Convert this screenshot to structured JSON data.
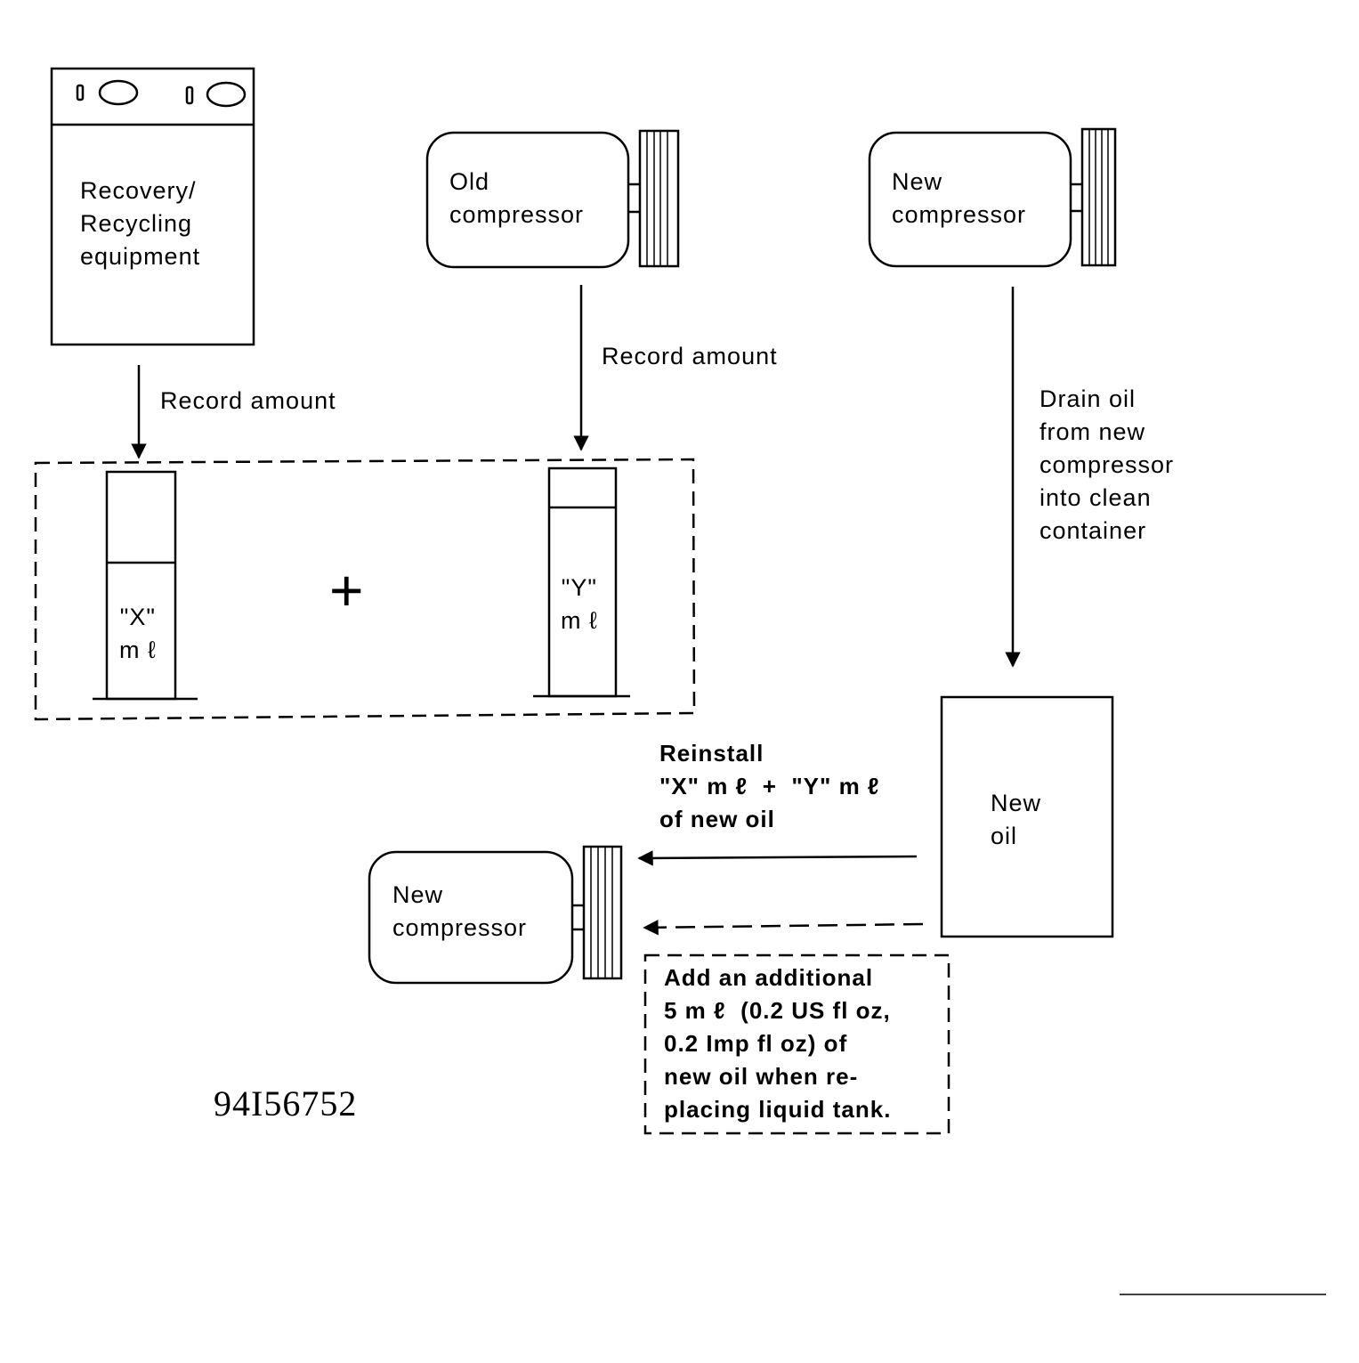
{
  "recovery_unit": {
    "label": "Recovery/\nRecycling\nequipment"
  },
  "old_compressor": {
    "label": "Old\ncompressor"
  },
  "new_compressor_top": {
    "label": "New\ncompressor"
  },
  "new_compressor_bottom": {
    "label": "New\ncompressor"
  },
  "new_oil": {
    "label": "New\noil"
  },
  "arrows": {
    "record_amount_left": "Record amount",
    "record_amount_right": "Record amount",
    "drain_oil": "Drain oil\nfrom new\ncompressor\ninto clean\ncontainer"
  },
  "cylinders": {
    "x_label": "\"X\"\nm ℓ",
    "y_label": "\"Y\"\nm ℓ",
    "plus_sign": "+"
  },
  "reinstall_note": "Reinstall\n\"X\" m ℓ  +  \"Y\" m ℓ\nof new oil",
  "additional_note": "Add an additional\n5 m ℓ  (0.2 US fl oz,\n0.2 Imp fl oz) of\nnew oil when re-\nplacing liquid tank.",
  "figure_code": "94I56752"
}
